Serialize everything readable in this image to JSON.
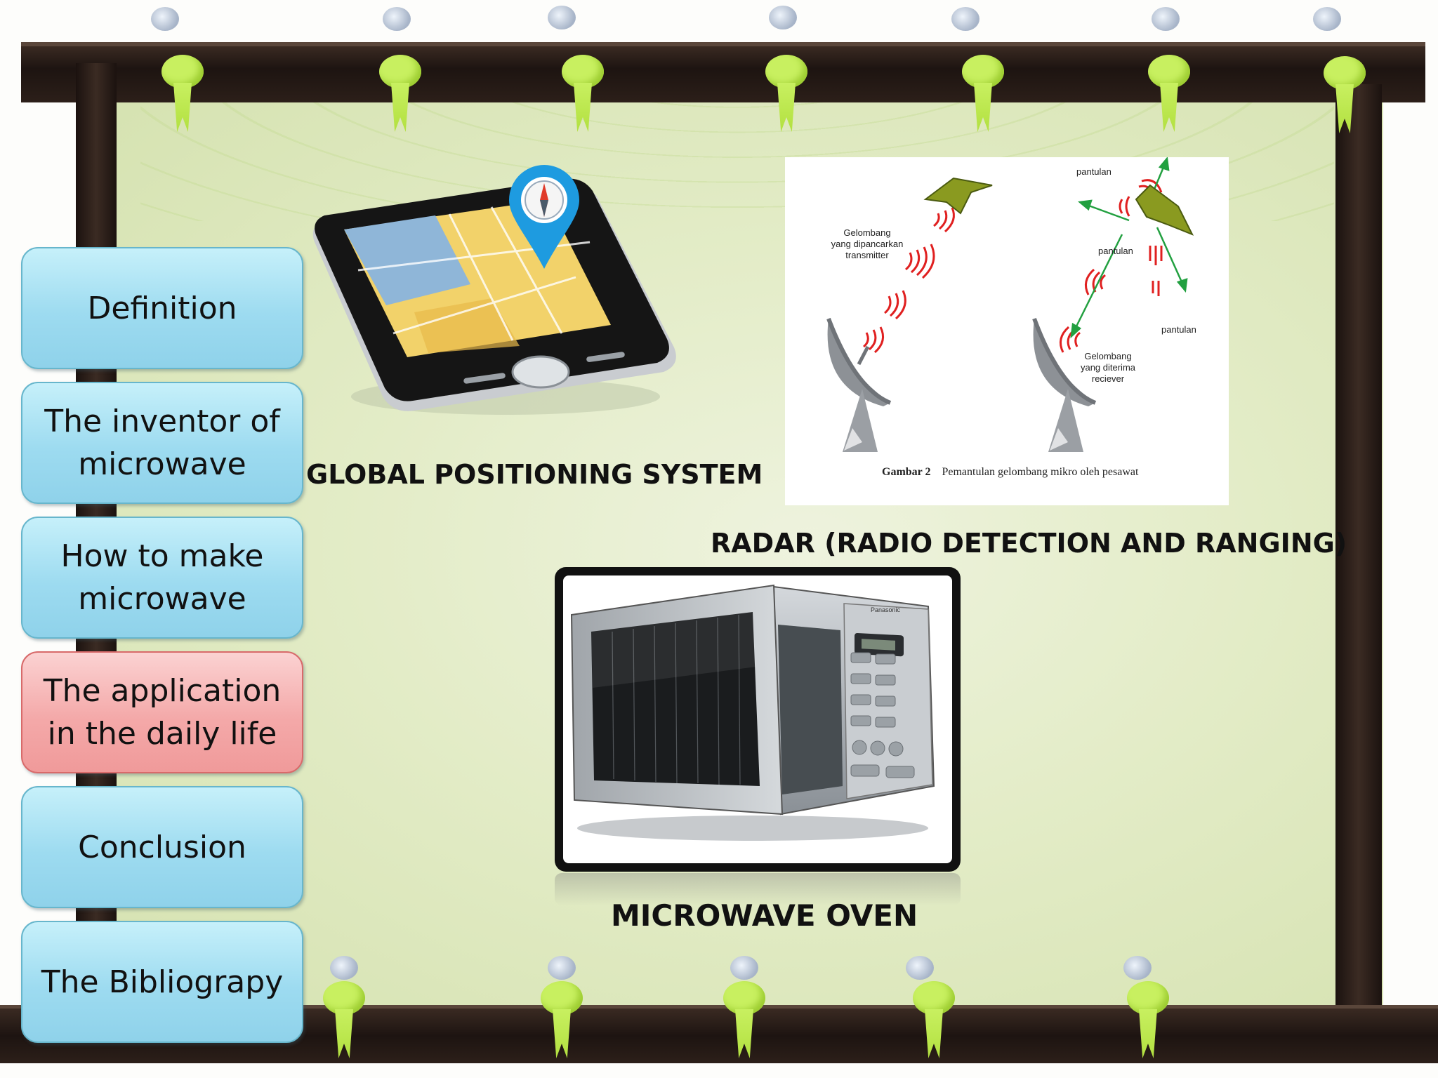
{
  "nav": {
    "items": [
      {
        "label": "Definition",
        "lines": [
          "Definition"
        ],
        "active": false
      },
      {
        "label": "The inventor of microwave",
        "lines": [
          "The inventor of",
          "microwave"
        ],
        "active": false
      },
      {
        "label": "How to make microwave",
        "lines": [
          "How to make",
          "microwave"
        ],
        "active": false
      },
      {
        "label": "The application in the daily life",
        "lines": [
          "The application",
          "in the daily life"
        ],
        "active": true
      },
      {
        "label": "Conclusion",
        "lines": [
          "Conclusion"
        ],
        "active": false
      },
      {
        "label": "The Bibliograpy",
        "lines": [
          "The Bibliograpy"
        ],
        "active": false
      }
    ]
  },
  "captions": {
    "gps": "GLOBAL POSITIONING SYSTEM",
    "radar": "RADAR (RADIO DETECTION AND RANGING)",
    "microwave": "MICROWAVE OVEN"
  },
  "radar_image": {
    "label_transmit": [
      "Gelombang",
      "yang dipancarkan",
      "transmitter"
    ],
    "label_receive": [
      "Gelombang",
      "yang diterima",
      "reciever"
    ],
    "reflect_1": "pantulan",
    "reflect_2": "pantulan",
    "reflect_3": "pantulan",
    "figure_no": "Gambar 2",
    "figure_caption": "Pemantulan gelombang mikro oleh pesawat"
  },
  "microwave_image": {
    "brand": "Panasonic"
  },
  "phone_image": {
    "pin": "map-pin-icon"
  },
  "colors": {
    "nav_default": "#9ddbf0",
    "nav_active": "#f4a9a9",
    "wave_red": "#e02020",
    "pin_blue": "#1e9be0"
  }
}
